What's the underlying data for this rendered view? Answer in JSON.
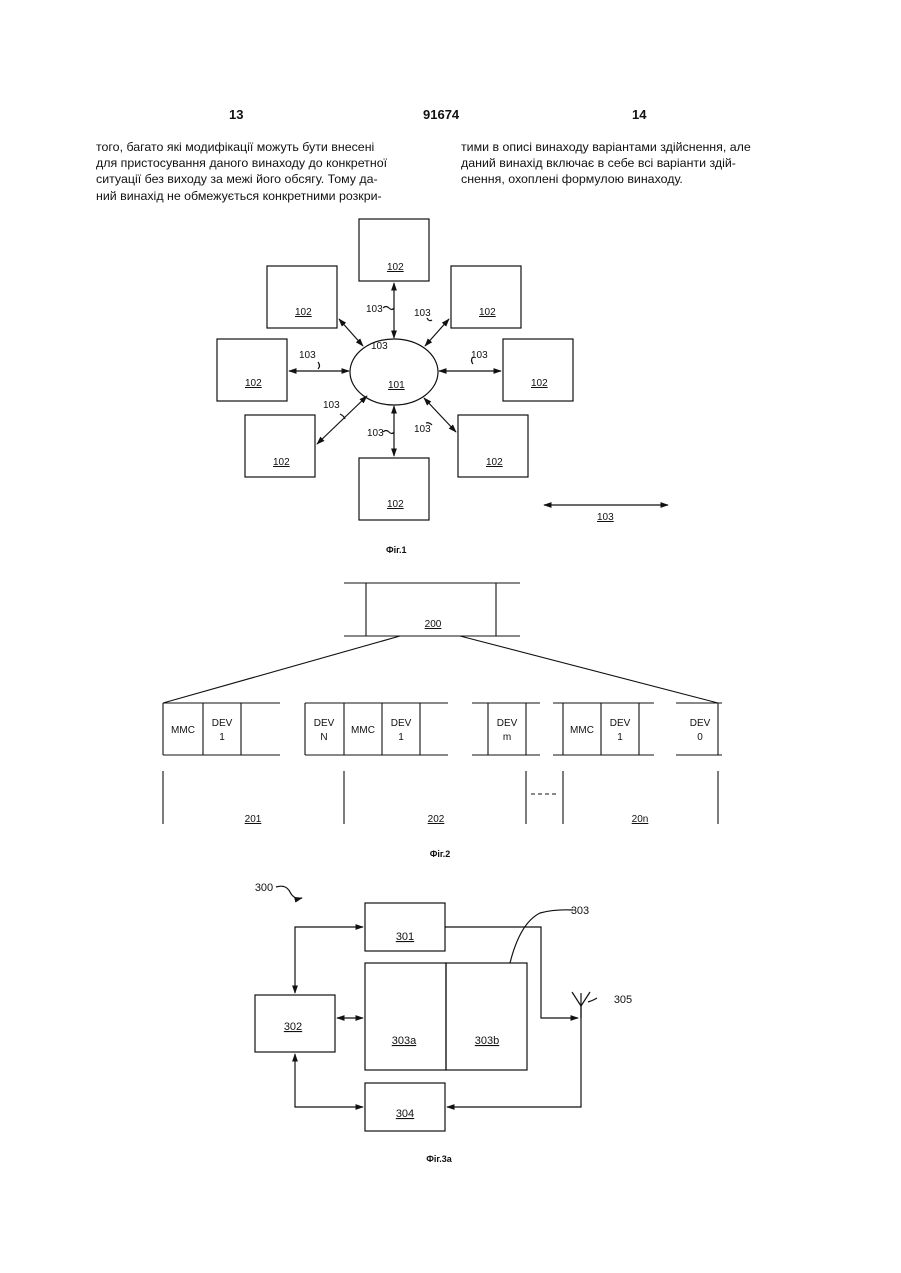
{
  "header": {
    "left_page": "13",
    "patent_number": "91674",
    "right_page": "14"
  },
  "text": {
    "left_column": "того, багато які модифікації можуть бути внесені\nдля пристосування даного винаходу до конкретної\nситуації без виходу за межі його обсягу. Тому да-\nний винахід не обмежується конкретними розкри-",
    "right_column": "тими в описі винаходу варіантами здійснення, але\nданий винахід включає в себе всі варіанти здій-\nснення, охоплені формулою винаходу."
  },
  "fig1": {
    "caption": "Фіг.1",
    "hub_label": "101",
    "node_label": "102",
    "link_label": "103",
    "legend_label": "103"
  },
  "fig2": {
    "caption": "Фіг.2",
    "superframe_label": "200",
    "frame_labels": [
      "201",
      "202",
      "20n"
    ],
    "slots": {
      "mmc": "MMC",
      "dev1": [
        "DEV",
        "1"
      ],
      "devN": [
        "DEV",
        "N"
      ],
      "devm": [
        "DEV",
        "m"
      ],
      "dev0": [
        "DEV",
        "0"
      ]
    }
  },
  "fig3a": {
    "caption": "Фіг.3а",
    "system_label": "300",
    "blocks": {
      "b301": "301",
      "b302": "302",
      "b303": "303",
      "b303a": "303a",
      "b303b": "303b",
      "b304": "304",
      "b305": "305"
    }
  }
}
